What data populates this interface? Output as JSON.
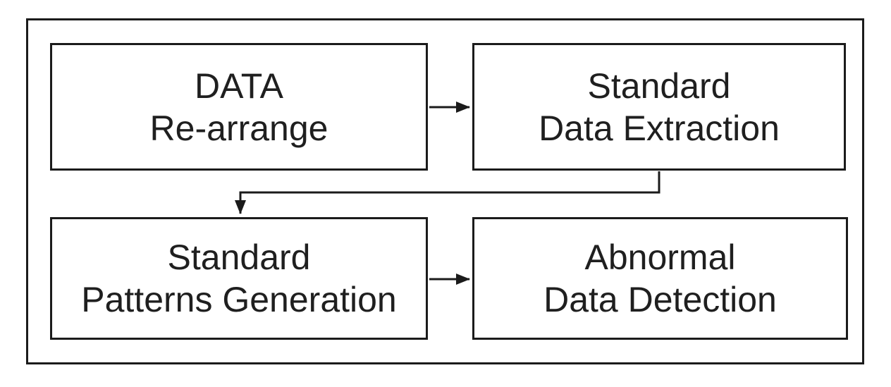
{
  "diagram": {
    "background_color": "#ffffff",
    "line_color": "#1b1b1b",
    "text_color": "#1f1f1f",
    "nodes": [
      {
        "id": "data-re-arrange",
        "line1": "DATA",
        "line2": "Re-arrange"
      },
      {
        "id": "standard-data-extraction",
        "line1": "Standard",
        "line2": "Data Extraction"
      },
      {
        "id": "standard-patterns-generation",
        "line1": "Standard",
        "line2": "Patterns Generation"
      },
      {
        "id": "abnormal-data-detection",
        "line1": "Abnormal",
        "line2": "Data Detection"
      }
    ],
    "edges": [
      {
        "from": "data-re-arrange",
        "to": "standard-data-extraction",
        "shape": "straight-right-arrow"
      },
      {
        "from": "standard-data-extraction",
        "to": "standard-patterns-generation",
        "shape": "elbow-down-left-down-arrow"
      },
      {
        "from": "standard-patterns-generation",
        "to": "abnormal-data-detection",
        "shape": "straight-right-arrow"
      }
    ]
  }
}
